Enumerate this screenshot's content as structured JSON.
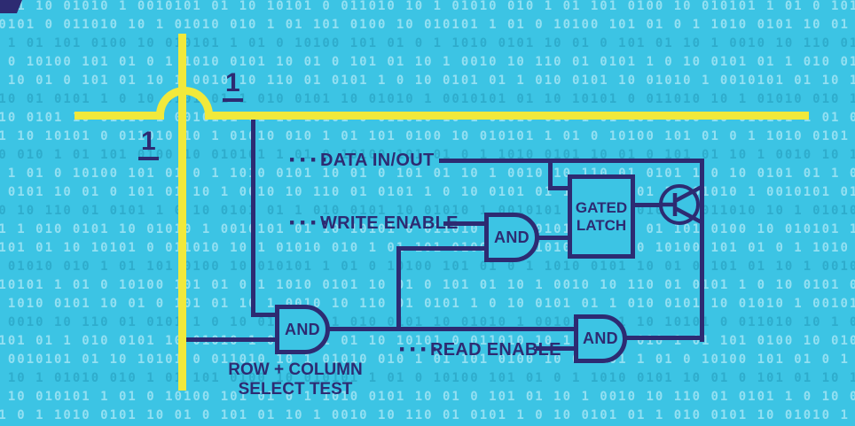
{
  "scene": {
    "background_color": "#3CC4E4",
    "wire_color": "#F1E93B",
    "circuit_color": "#2D2B72"
  },
  "background": {
    "binary_pattern": "0101 10 01010 1 0010101 01 10 10101 0 011010 10 1 01010 010 1 01 101 0100 10 010101 1 01 0 10100 101 01 0 1 1010 0101 10 01 0 101 01 10 1 0010 10 110 01 0101 1 0 10 0101 01 1 010 ",
    "row_count": 23
  },
  "bus": {
    "column_bit": "1",
    "row_bit": "1"
  },
  "labels": {
    "dots": "····",
    "data_in_out": "DATA IN/OUT",
    "write_enable": "WRITE ENABLE",
    "read_enable": "READ ENABLE",
    "select_caption_line1": "ROW + COLUMN",
    "select_caption_line2": "SELECT TEST"
  },
  "components": {
    "select_and_label": "AND",
    "write_and_label": "AND",
    "read_and_label": "AND",
    "latch_line1": "GATED",
    "latch_line2": "LATCH"
  }
}
